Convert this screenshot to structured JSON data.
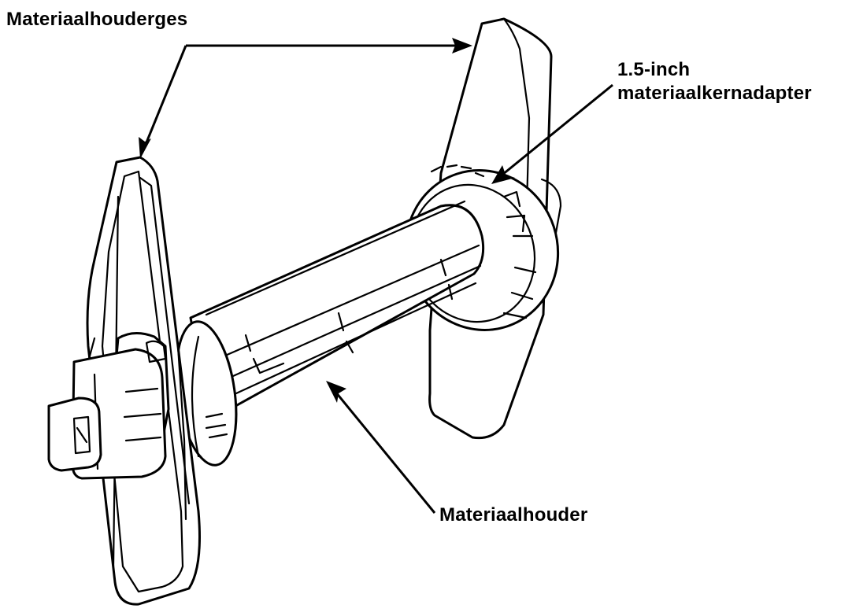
{
  "labels": {
    "media_guides": "Materiaalhouderges",
    "core_adapter_line1": "1.5-inch",
    "core_adapter_line2": "materiaalkernadapter",
    "media_holder": "Materiaalhouder"
  }
}
